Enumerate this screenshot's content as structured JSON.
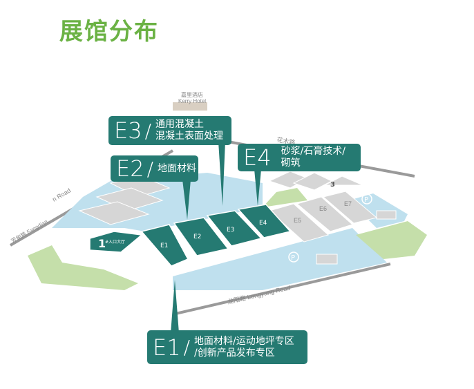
{
  "title": "展馆分布",
  "landmarks": {
    "hotel_cn": "嘉里酒店",
    "hotel_en": "Kerry Hotel",
    "road_north": "花木路",
    "road_west_en": "n Road",
    "road_west_full": "芳甸路 Fangdian",
    "road_south": "龙阳路  Longyang Road",
    "entrance1_num": "1",
    "entrance1_label": "#入口大厅",
    "entrance3_num": "3",
    "parking": "P"
  },
  "halls": [
    "E1",
    "E2",
    "E3",
    "E4",
    "E5",
    "E6",
    "E7"
  ],
  "callouts": {
    "e1": {
      "code": "E1",
      "lines": [
        "地面材料/运动地坪专区",
        "/创新产品发布专区"
      ]
    },
    "e2": {
      "code": "E2",
      "lines": [
        "地面材料"
      ]
    },
    "e3": {
      "code": "E3",
      "lines": [
        "通用混凝土",
        "混凝土表面处理"
      ]
    },
    "e4": {
      "code": "E4",
      "lines": [
        "砂浆/石膏技术/",
        "砌筑"
      ]
    }
  },
  "colors": {
    "title": "#6bb244",
    "highlight": "#257a72",
    "water": "#bfe0ee",
    "green": "#c5dfaa",
    "building": "#d6d6d6"
  }
}
